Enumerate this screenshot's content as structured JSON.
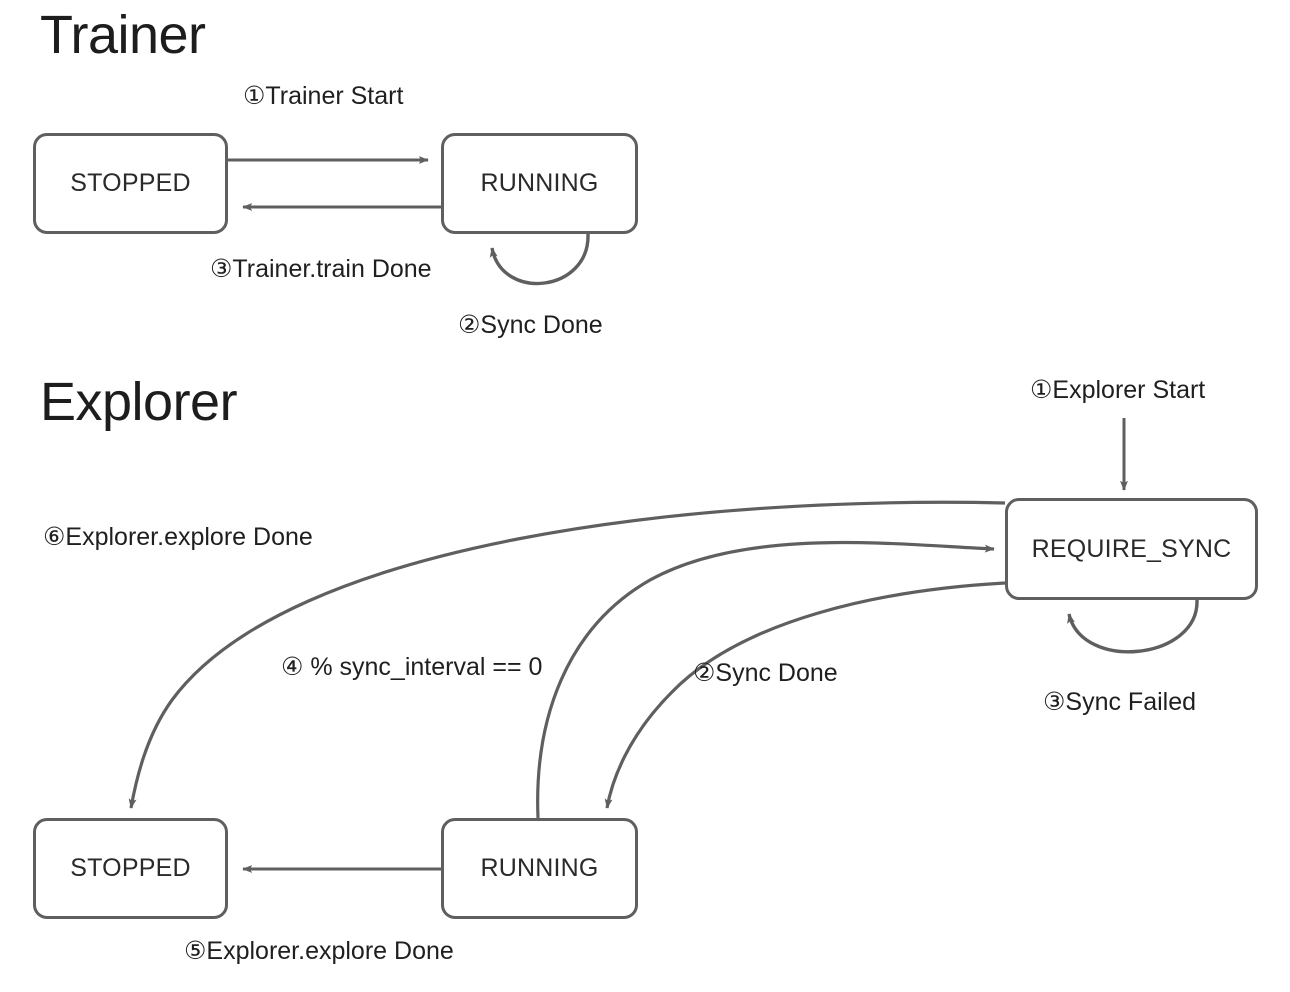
{
  "diagram": {
    "kind": "state-machine",
    "sections": [
      {
        "title": "Trainer",
        "states": [
          {
            "id": "trainer-stopped",
            "label": "STOPPED"
          },
          {
            "id": "trainer-running",
            "label": "RUNNING"
          }
        ],
        "transitions": [
          {
            "index": "1",
            "label": "①Trainer Start",
            "from": "STOPPED",
            "to": "RUNNING"
          },
          {
            "index": "2",
            "label": "②Sync Done",
            "from": "RUNNING",
            "to": "RUNNING"
          },
          {
            "index": "3",
            "label": "③Trainer.train Done",
            "from": "RUNNING",
            "to": "STOPPED"
          }
        ]
      },
      {
        "title": "Explorer",
        "states": [
          {
            "id": "explorer-require-sync",
            "label": "REQUIRE_SYNC"
          },
          {
            "id": "explorer-stopped",
            "label": "STOPPED"
          },
          {
            "id": "explorer-running",
            "label": "RUNNING"
          }
        ],
        "transitions": [
          {
            "index": "1",
            "label": "①Explorer Start",
            "from": "start",
            "to": "REQUIRE_SYNC"
          },
          {
            "index": "2",
            "label": "②Sync Done",
            "from": "REQUIRE_SYNC",
            "to": "RUNNING"
          },
          {
            "index": "3",
            "label": "③Sync Failed",
            "from": "REQUIRE_SYNC",
            "to": "REQUIRE_SYNC"
          },
          {
            "index": "4",
            "label": "④ % sync_interval == 0",
            "from": "RUNNING",
            "to": "REQUIRE_SYNC"
          },
          {
            "index": "5",
            "label": "⑤Explorer.explore Done",
            "from": "RUNNING",
            "to": "STOPPED"
          },
          {
            "index": "6",
            "label": "⑥Explorer.explore Done",
            "from": "REQUIRE_SYNC",
            "to": "STOPPED"
          }
        ]
      }
    ]
  },
  "trainer": {
    "title": "Trainer",
    "stopped_label": "STOPPED",
    "running_label": "RUNNING",
    "edge_start": "①Trainer Start",
    "edge_sync_done": "②Sync Done",
    "edge_train_done": "③Trainer.train Done"
  },
  "explorer": {
    "title": "Explorer",
    "require_sync_label": "REQUIRE_SYNC",
    "stopped_label": "STOPPED",
    "running_label": "RUNNING",
    "edge_start": "①Explorer Start",
    "edge_sync_done": "②Sync Done",
    "edge_sync_failed": "③Sync Failed",
    "edge_sync_interval": "④ % sync_interval == 0",
    "edge_explore_done_running": "⑤Explorer.explore Done",
    "edge_explore_done_require": "⑥Explorer.explore Done"
  },
  "colors": {
    "stroke": "#5f5f5f",
    "text": "#1f1f1f",
    "title": "#1d1d1d",
    "background": "#ffffff"
  }
}
